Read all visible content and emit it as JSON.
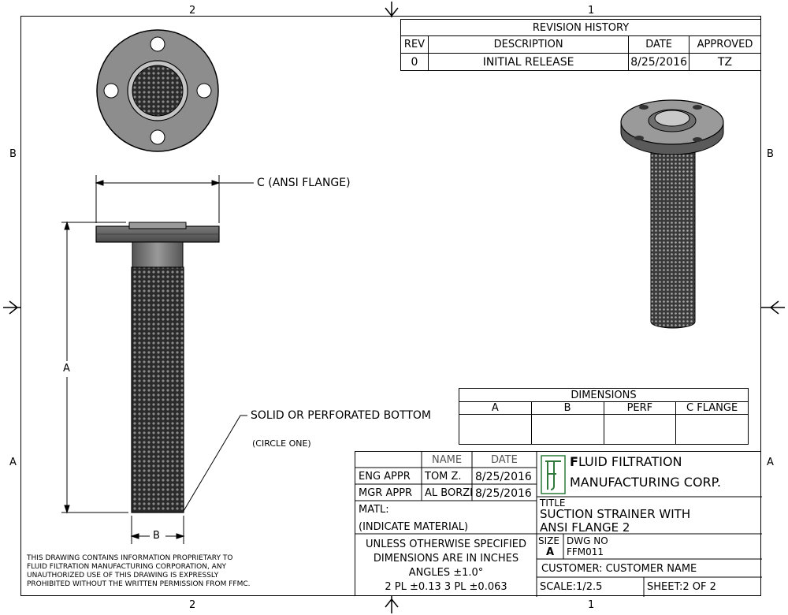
{
  "zones": {
    "top_left": "2",
    "top_right": "1",
    "bottom_left": "2",
    "bottom_right": "1",
    "left_upper": "B",
    "left_lower": "A",
    "right_upper": "B",
    "right_lower": "A"
  },
  "revision": {
    "title": "REVISION HISTORY",
    "headers": [
      "REV",
      "DESCRIPTION",
      "DATE",
      "APPROVED"
    ],
    "rows": [
      [
        "0",
        "INITIAL RELEASE",
        "8/25/2016",
        "TZ"
      ]
    ]
  },
  "dimensions_table": {
    "title": "DIMENSIONS",
    "headers": [
      "A",
      "B",
      "PERF",
      "C FLANGE"
    ]
  },
  "callouts": {
    "c_flange": "C (ANSI FLANGE)",
    "dim_a": "A",
    "dim_b": "B",
    "bottom": "SOLID OR PERFORATED BOTTOM",
    "circle_one": "(CIRCLE ONE)"
  },
  "proprietary_note": [
    "THIS DRAWING CONTAINS INFORMATION PROPRIETARY TO",
    "FLUID FILTRATION MANUFACTURING CORPORATION, ANY",
    "UNAUTHORIZED USE OF THIS DRAWING IS EXPRESSLY",
    "PROHIBITED WITHOUT THE WRITTEN PERMISSION FROM FFMC."
  ],
  "title_block": {
    "name_header": "NAME",
    "date_header": "DATE",
    "eng_label": "ENG APPR",
    "eng_name": "TOM Z.",
    "eng_date": "8/25/2016",
    "mgr_label": "MGR APPR",
    "mgr_name": "AL BORZI",
    "mgr_date": "8/25/2016",
    "matl_label": "MATL:",
    "matl_value": "(INDICATE MATERIAL)",
    "tolerance": [
      "UNLESS OTHERWISE SPECIFIED",
      "DIMENSIONS ARE IN INCHES",
      "ANGLES ±1.0°",
      "2 PL ±0.13 3 PL ±0.063"
    ],
    "company_line1_bold": "F",
    "company_line1_rest": "LUID FILTRATION",
    "company_line2": "MANUFACTURING CORP.",
    "title_label": "TITLE",
    "title_line1": "SUCTION STRAINER WITH",
    "title_line2": "ANSI FLANGE 2",
    "size_label": "SIZE",
    "size_value": "A",
    "dwg_label": "DWG NO",
    "dwg_value": "FFM011",
    "customer": "CUSTOMER: CUSTOMER NAME",
    "scale": "SCALE:1/2.5",
    "sheet": "SHEET:2  OF 2"
  }
}
